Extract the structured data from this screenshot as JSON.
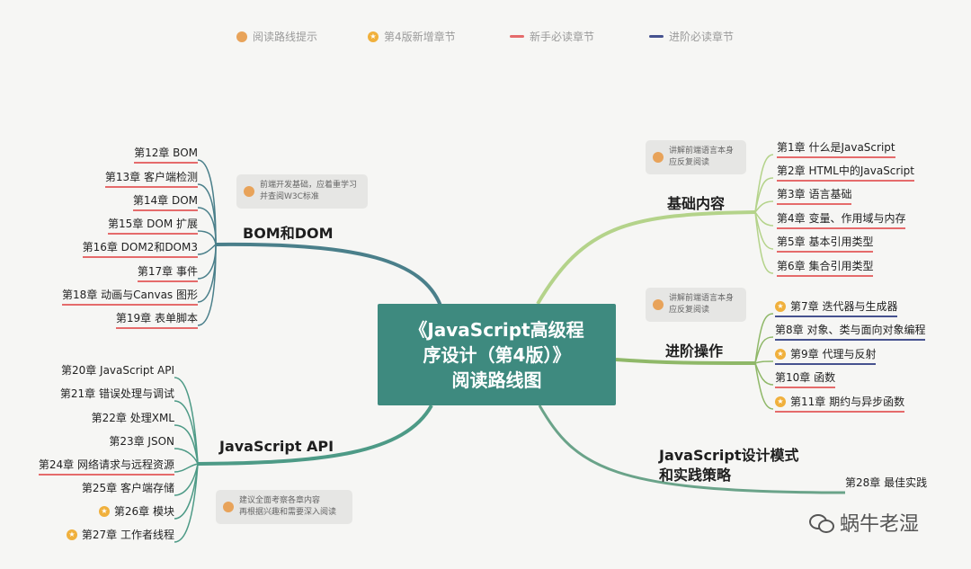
{
  "legend": {
    "read_tip": "阅读路线提示",
    "new_chapter": "第4版新增章节",
    "beginner": "新手必读章节",
    "advanced": "进阶必读章节"
  },
  "center": {
    "line1": "《JavaScript高级程",
    "line2": "序设计（第4版）》",
    "line3": "阅读路线图"
  },
  "branches": {
    "basics": {
      "title": "基础内容",
      "note": [
        "讲解前端语言本身",
        "应反复阅读"
      ],
      "chapters": [
        "第1章 什么是JavaScript",
        "第2章 HTML中的JavaScript",
        "第3章 语言基础",
        "第4章 变量、作用域与内存",
        "第5章 基本引用类型",
        "第6章 集合引用类型"
      ]
    },
    "advanced": {
      "title": "进阶操作",
      "note": [
        "讲解前端语言本身",
        "应反复阅读"
      ],
      "chapters": [
        "第7章 迭代器与生成器",
        "第8章 对象、类与面向对象编程",
        "第9章 代理与反射",
        "第10章 函数",
        "第11章 期约与异步函数"
      ]
    },
    "patterns": {
      "title_line1": "JavaScript设计模式",
      "title_line2": "和实践策略",
      "chapters": [
        "第28章 最佳实践"
      ]
    },
    "bom": {
      "title": "BOM和DOM",
      "note": [
        "前端开发基础，应着重学习",
        "并查阅W3C标准"
      ],
      "chapters": [
        "第12章 BOM",
        "第13章 客户端检测",
        "第14章 DOM",
        "第15章 DOM 扩展",
        "第16章 DOM2和DOM3",
        "第17章 事件",
        "第18章 动画与Canvas 图形",
        "第19章 表单脚本"
      ]
    },
    "api": {
      "title": "JavaScript API",
      "note": [
        "建议全面考察各章内容",
        "再根据兴趣和需要深入阅读"
      ],
      "chapters": [
        "第20章 JavaScript API",
        "第21章 错误处理与调试",
        "第22章 处理XML",
        "第23章 JSON",
        "第24章 网络请求与远程资源",
        "第25章 客户端存储",
        "第26章 模块",
        "第27章 工作者线程"
      ]
    }
  },
  "colors": {
    "red": "#e56b6b",
    "blue": "#46528f",
    "center_bg": "#3e8a7f",
    "bom_branch": "#4a7f8a",
    "basics_branch": "#b4d38a",
    "advanced_branch": "#8fb868",
    "api_branch": "#4d9a86",
    "patterns_branch": "#6aa389"
  },
  "watermark": "蜗牛老湿"
}
